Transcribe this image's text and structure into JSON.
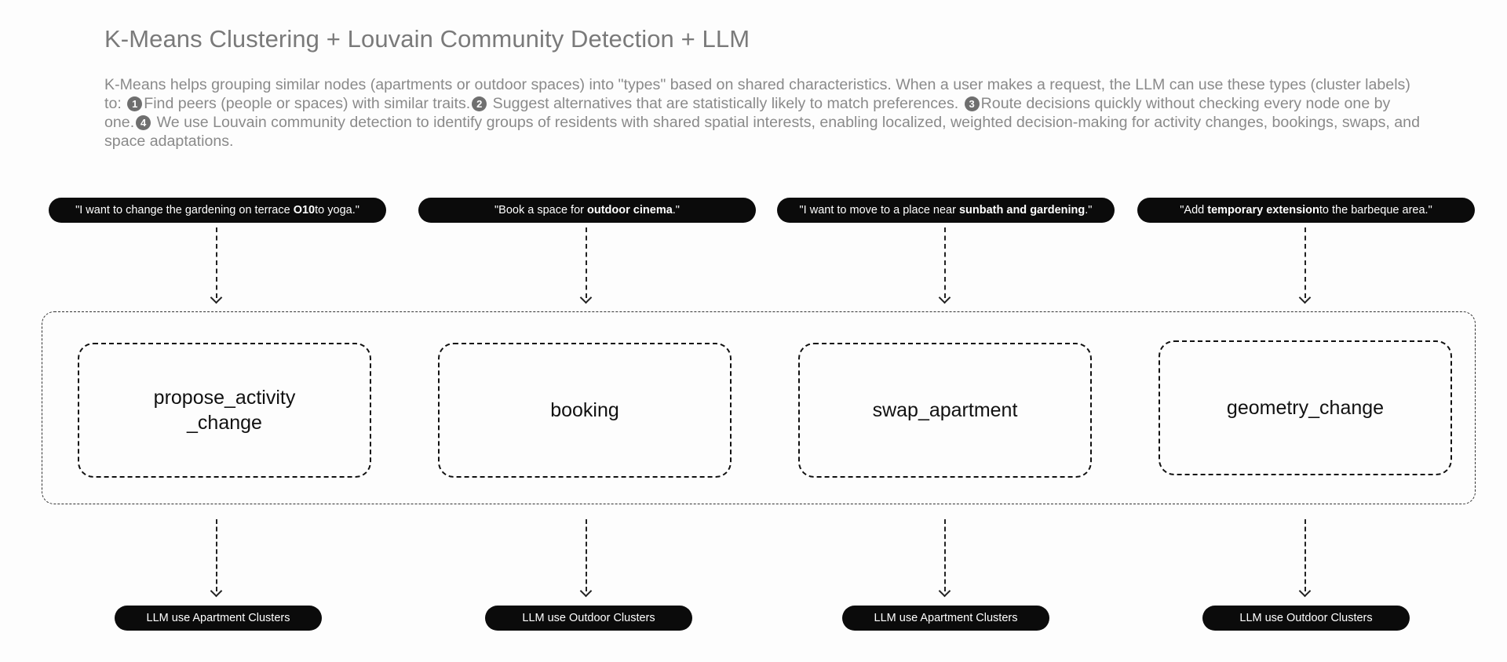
{
  "title": "K-Means Clustering + Louvain Community Detection + LLM",
  "description": {
    "intro": "K-Means helps grouping similar nodes (apartments or outdoor spaces) into \"types\" based on shared characteristics. When a user makes a request, the LLM can use these types (cluster labels) to: ",
    "n1": "1",
    "p1": "Find peers (people or spaces) with similar traits.",
    "n2": "2",
    "p2": " Suggest alternatives that are statistically likely to match preferences. ",
    "n3": "3",
    "p3": "Route decisions quickly without checking every node one by one.",
    "n4": "4",
    "p4": " We use Louvain community detection to identify groups of residents with shared spatial interests, enabling localized, weighted decision-making for activity changes, bookings, swaps, and space adaptations."
  },
  "requests": [
    {
      "pre": "\"I want to change the gardening on terrace ",
      "bold": "O10",
      "post": " to yoga.\""
    },
    {
      "pre": "\"Book a space for ",
      "bold": "outdoor cinema",
      "post": ".\""
    },
    {
      "pre": "\"I want to move to a place near ",
      "bold": "sunbath and gardening",
      "post": ".\""
    },
    {
      "pre": "\"Add ",
      "bold": "temporary extension",
      "post": " to the barbeque area.\""
    }
  ],
  "intents": [
    {
      "line1": "propose_activity",
      "line2": "_change"
    },
    {
      "line1": "booking",
      "line2": ""
    },
    {
      "line1": "swap_apartment",
      "line2": ""
    },
    {
      "line1": "geometry_change",
      "line2": ""
    }
  ],
  "results": [
    "LLM use Apartment Clusters",
    "LLM use Outdoor Clusters",
    "LLM use Apartment Clusters",
    "LLM use Outdoor Clusters"
  ]
}
